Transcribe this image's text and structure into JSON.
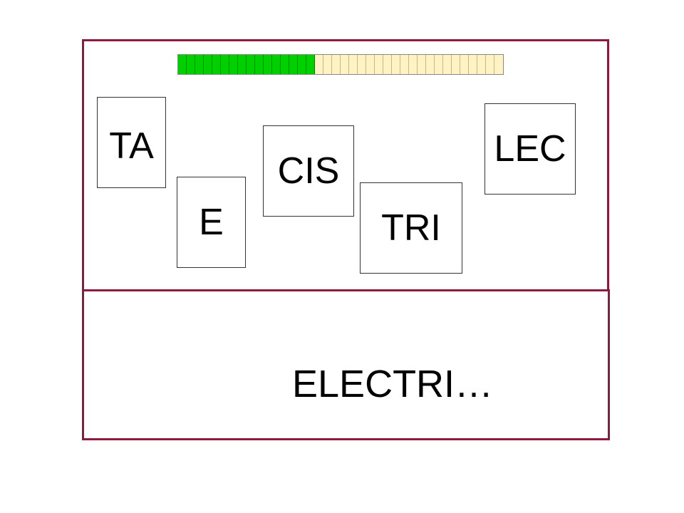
{
  "progress": {
    "filled_segments": 16,
    "total_segments": 38
  },
  "tiles": [
    {
      "id": "ta",
      "label": "TA"
    },
    {
      "id": "e",
      "label": "E"
    },
    {
      "id": "cis",
      "label": "CIS"
    },
    {
      "id": "tri",
      "label": "TRI"
    },
    {
      "id": "lec",
      "label": "LEC"
    }
  ],
  "answer": {
    "text": "ELECTRI…"
  },
  "colors": {
    "frame": "#8b1a3c",
    "progress_filled": "#00d000",
    "progress_empty": "#fff3c4"
  }
}
